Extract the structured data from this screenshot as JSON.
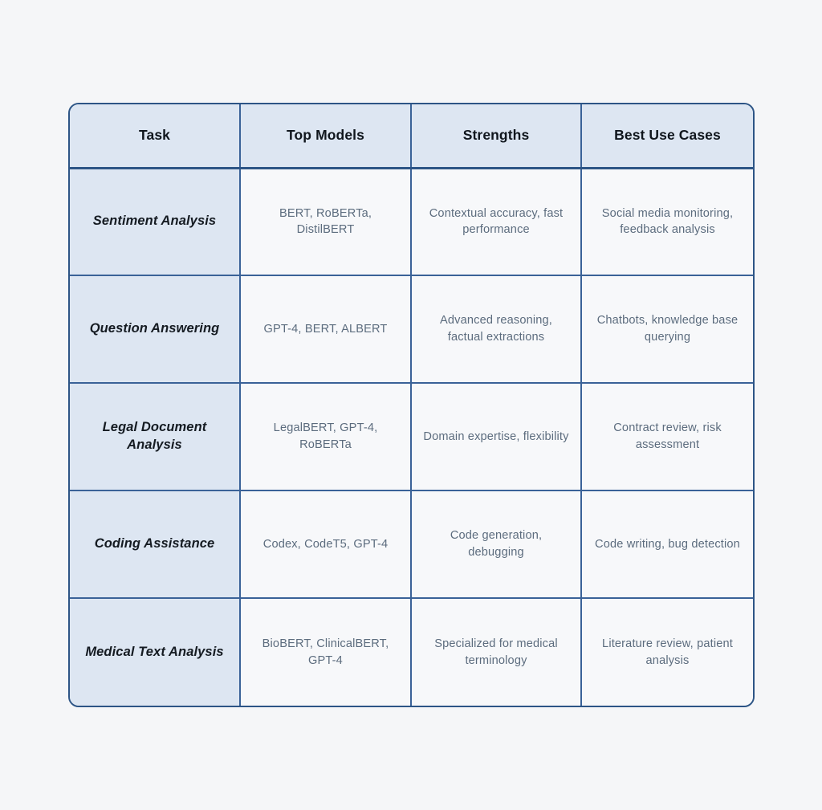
{
  "page": {
    "background_color": "#f5f6f8",
    "accent_border_color": "#2d5586",
    "grid_line_color": "#3a6298",
    "header_fill_color": "#dde6f2",
    "task_column_fill_color": "#dde6f2",
    "body_cell_fill_color": "#f7f8fa",
    "header_text_color": "#10161d",
    "task_text_color": "#151b22",
    "body_text_color": "#5c6c7e"
  },
  "table": {
    "columns": [
      {
        "key": "task",
        "label": "Task"
      },
      {
        "key": "models",
        "label": "Top Models"
      },
      {
        "key": "strengths",
        "label": "Strengths"
      },
      {
        "key": "usecases",
        "label": "Best Use Cases"
      }
    ],
    "rows": [
      {
        "task": "Sentiment Analysis",
        "models": "BERT, RoBERTa, DistilBERT",
        "strengths": "Contextual accuracy, fast performance",
        "usecases": "Social media monitoring, feedback analysis"
      },
      {
        "task": "Question Answering",
        "models": "GPT-4, BERT, ALBERT",
        "strengths": "Advanced reasoning, factual extractions",
        "usecases": "Chatbots, knowledge base querying"
      },
      {
        "task": "Legal Document Analysis",
        "models": "LegalBERT, GPT-4, RoBERTa",
        "strengths": "Domain expertise, flexibility",
        "usecases": "Contract review, risk assessment"
      },
      {
        "task": "Coding Assistance",
        "models": "Codex, CodeT5, GPT-4",
        "strengths": "Code generation, debugging",
        "usecases": "Code writing, bug detection"
      },
      {
        "task": "Medical Text Analysis",
        "models": "BioBERT, ClinicalBERT, GPT-4",
        "strengths": "Specialized for medical terminology",
        "usecases": "Literature review, patient analysis"
      }
    ]
  }
}
